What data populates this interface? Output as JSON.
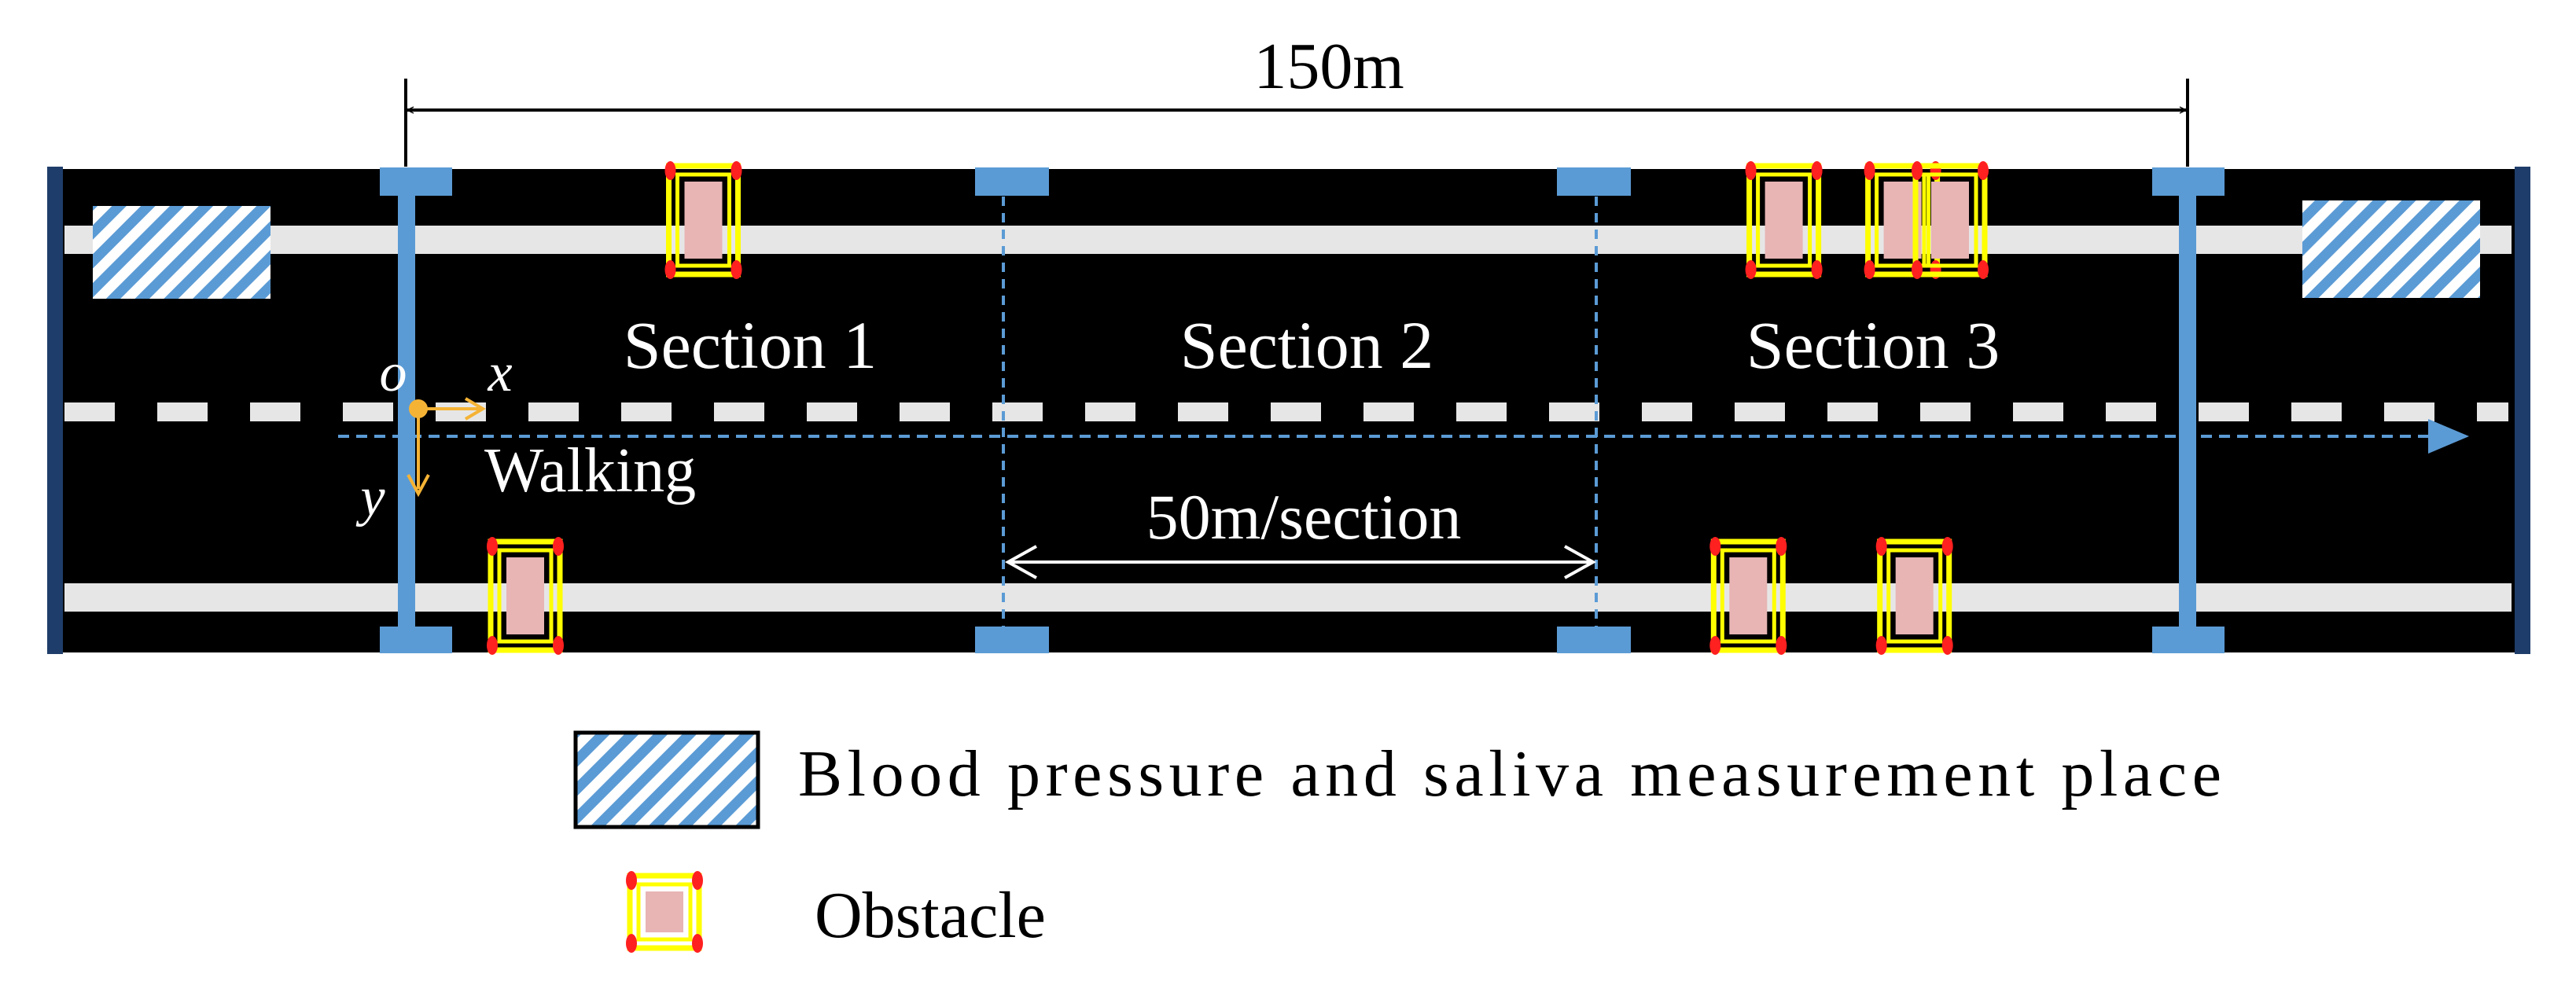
{
  "dimension": {
    "total_label": "150m",
    "section_length_label": "50m/section"
  },
  "sections": [
    {
      "label": "Section 1"
    },
    {
      "label": "Section 2"
    },
    {
      "label": "Section 3"
    }
  ],
  "axes": {
    "origin": "o",
    "x": "x",
    "y": "y"
  },
  "walking_label": "Walking",
  "legend": {
    "measurement_place": "Blood pressure and saliva measurement place",
    "obstacle": "Obstacle"
  },
  "colors": {
    "road": "#000000",
    "lane_line": "#e6e6e6",
    "marker_blue": "#5b9bd5",
    "dashed_path": "#5b9bd5",
    "origin_axes": "#f5b335",
    "obstacle_fill": "#e8b4b4",
    "obstacle_outline": "#ffff00",
    "obstacle_dots": "#ff2020",
    "hatch_blue": "#5b9bd5"
  },
  "obstacles": [
    {
      "road_position_m": 25,
      "side": "top"
    },
    {
      "road_position_m": 116,
      "side": "top"
    },
    {
      "road_position_m": 126,
      "side": "top"
    },
    {
      "road_position_m": 130,
      "side": "top"
    },
    {
      "road_position_m": 10,
      "side": "bottom"
    },
    {
      "road_position_m": 113,
      "side": "bottom"
    },
    {
      "road_position_m": 127,
      "side": "bottom"
    }
  ]
}
